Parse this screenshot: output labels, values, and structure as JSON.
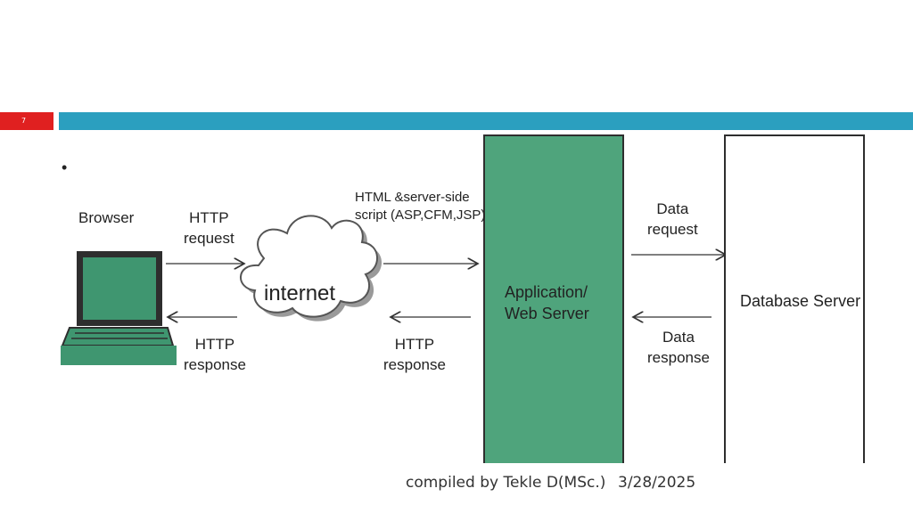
{
  "slide": {
    "number": "7",
    "bullet": "•"
  },
  "diagram": {
    "browser": "Browser",
    "http_request": [
      "HTTP",
      "request"
    ],
    "http_response_left": [
      "HTTP",
      "response"
    ],
    "internet": "internet",
    "script_label": [
      "HTML &server-side",
      "script (ASP,CFM,JSP)"
    ],
    "http_response_mid": [
      "HTTP",
      "response"
    ],
    "app_server": [
      "Application/",
      "Web Server"
    ],
    "data_request": [
      "Data",
      "request"
    ],
    "data_response": [
      "Data",
      "response"
    ],
    "database_server": "Database Server",
    "colors": {
      "server_fill": "#4fa47c",
      "laptop_fill": "#3f9670"
    }
  },
  "footer": {
    "author": "compiled by Tekle D(MSc.)",
    "date": "3/28/2025"
  }
}
